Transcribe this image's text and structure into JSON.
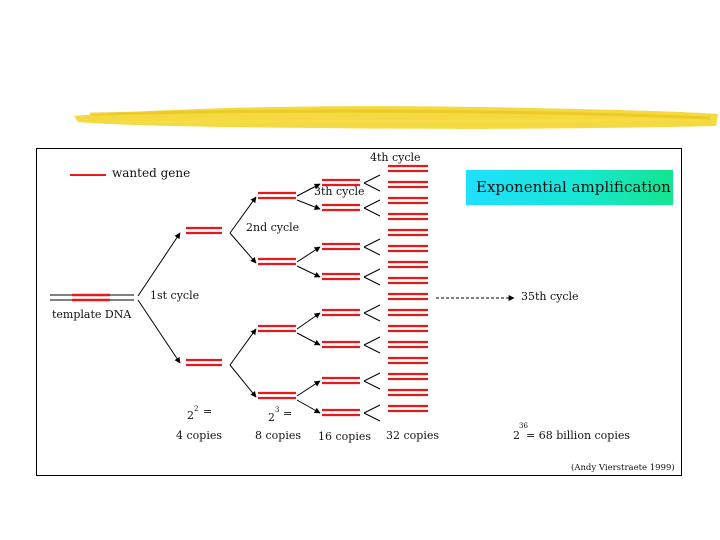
{
  "legend": {
    "label": "wanted gene",
    "color": "#e41a1c"
  },
  "title": "Exponential amplification",
  "labels": {
    "template": "template DNA",
    "cycle1": "1st cycle",
    "cycle2": "2nd cycle",
    "cycle3": "3th cycle",
    "cycle4": "4th cycle",
    "cycle35": "35th cycle"
  },
  "counts": {
    "c4_base": "2",
    "c4_exp": "2",
    "c4_eq": "=",
    "c4_text": "4 copies",
    "c8_base": "2",
    "c8_exp": "3",
    "c8_eq": "=",
    "c8_text": "8 copies",
    "c16_text": "16 copies",
    "c32_text": "32 copies",
    "final_base": "2",
    "final_exp": "36",
    "final_text": "= 68 billion copies"
  },
  "credit": "(Andy Vierstraete 1999)",
  "colors": {
    "gene": "#e41a1c",
    "dna": "#000000",
    "highlight": "#f2d21f",
    "banner_from": "#1fe0ff",
    "banner_to": "#13e58e"
  }
}
